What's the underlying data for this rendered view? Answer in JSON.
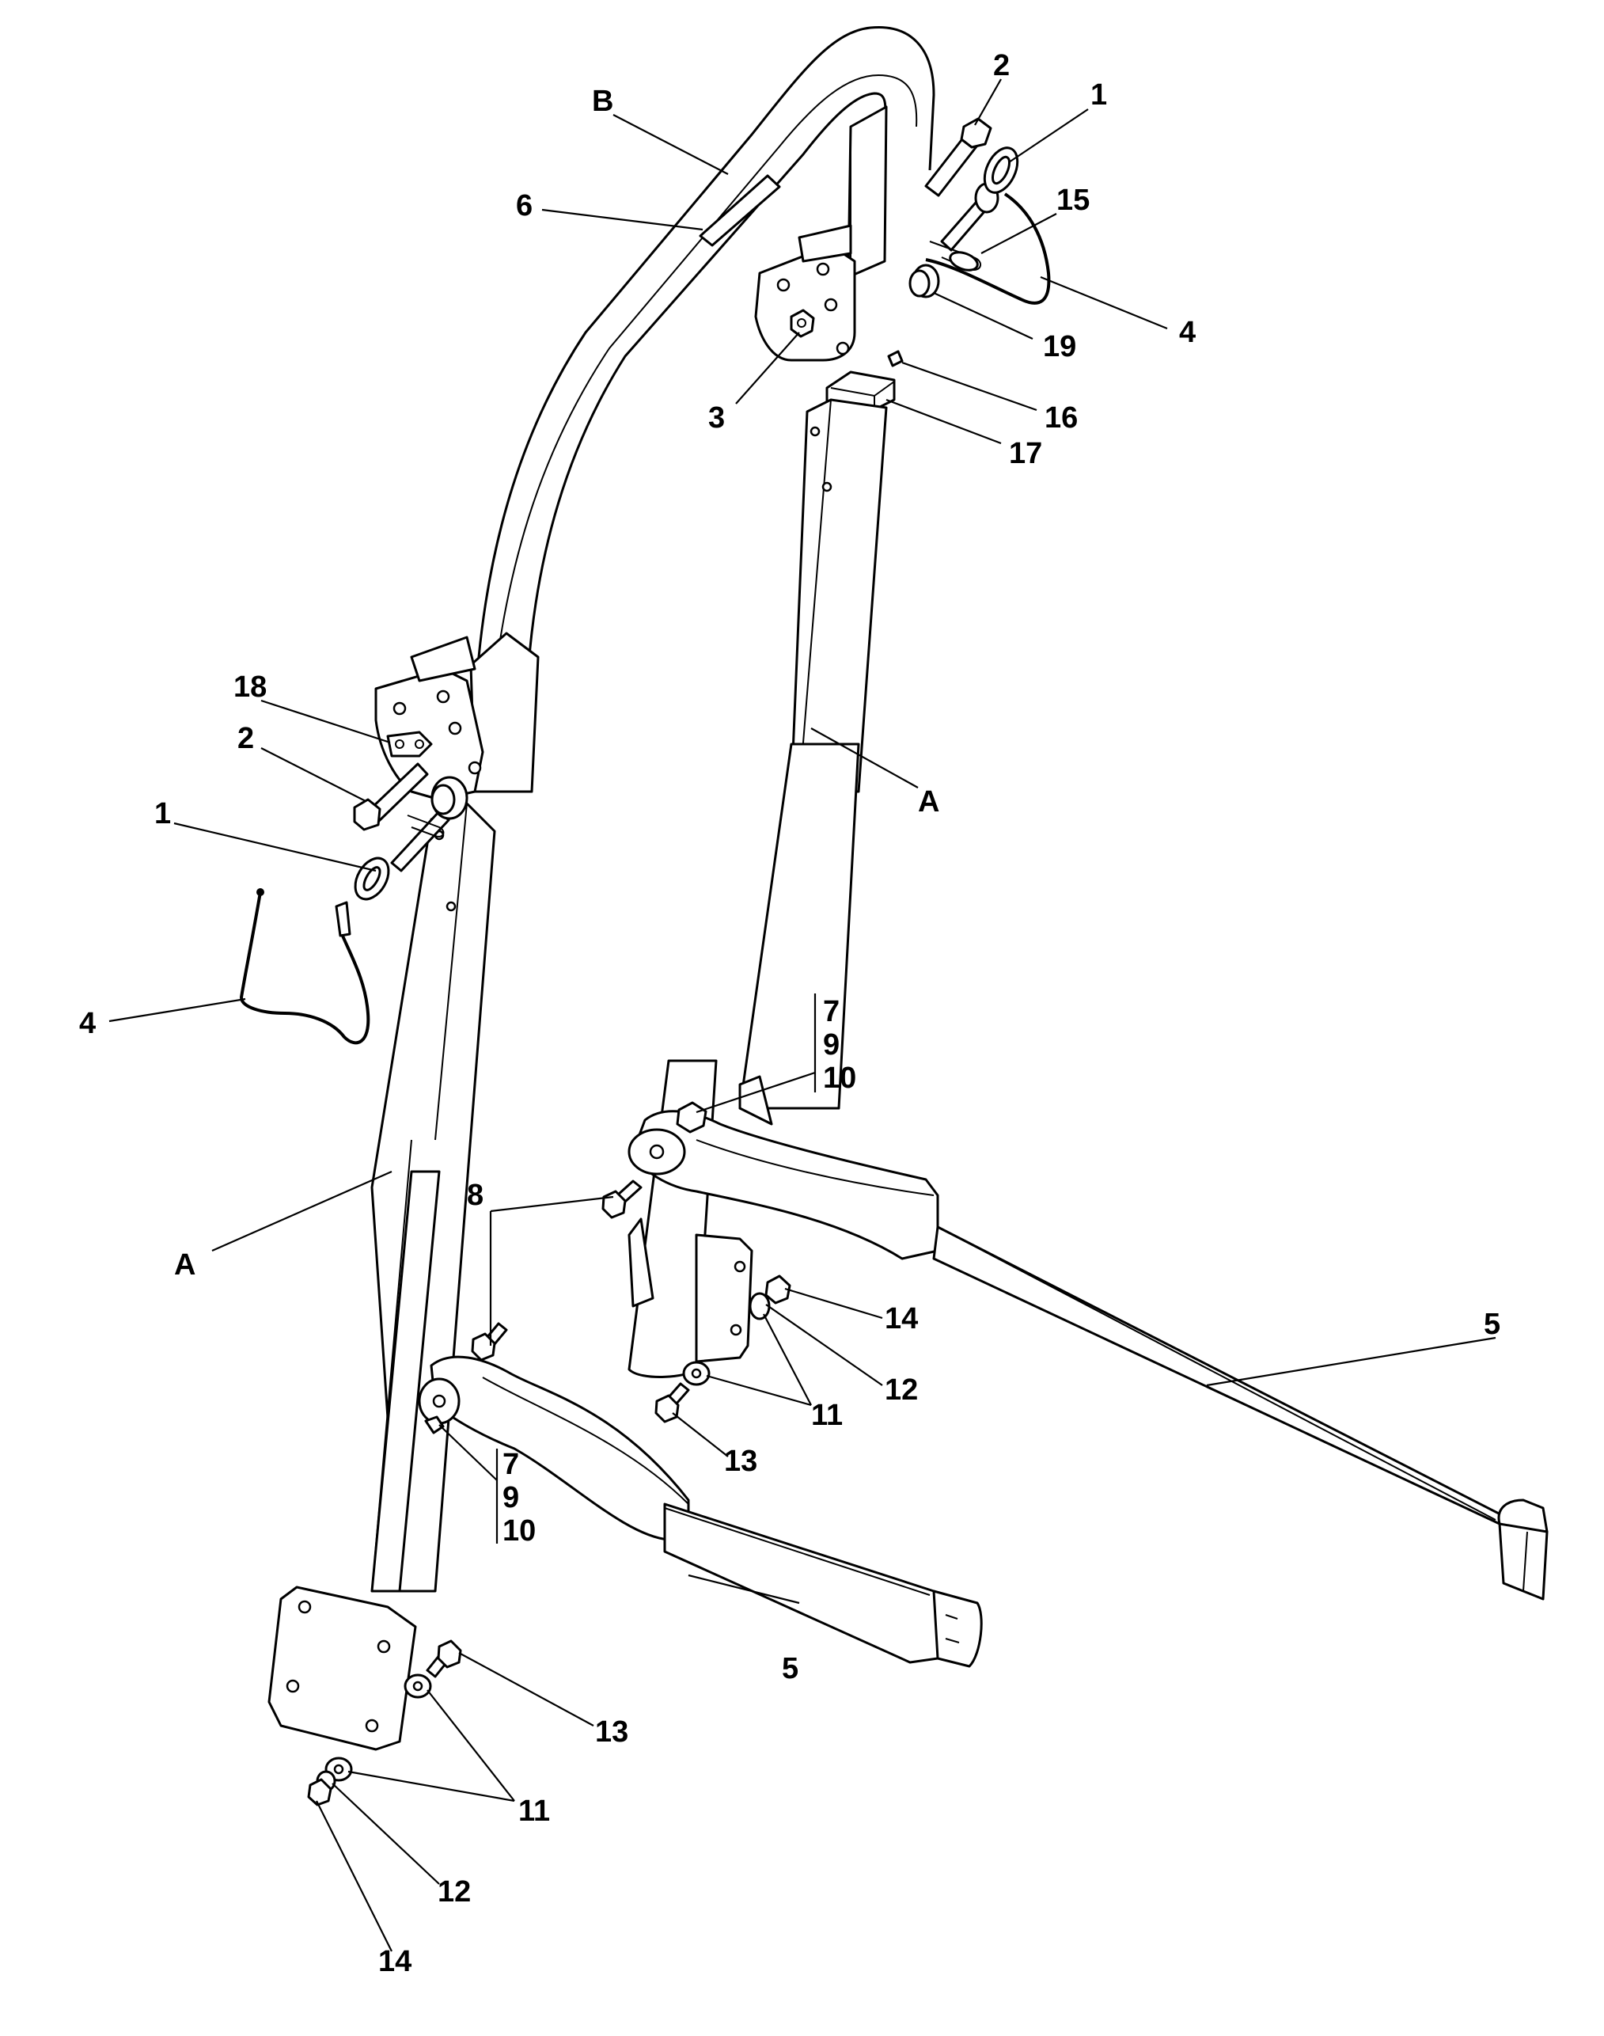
{
  "diagram": {
    "callouts": {
      "top_right_pin": "1",
      "top_right_bolt": "2",
      "top_right_nut": "3",
      "top_right_cable": "4",
      "top_right_clip": "15",
      "top_right_spacer": "19",
      "top_right_screw": "16",
      "top_right_bracket": "17",
      "label_strip": "6",
      "hoop": "B",
      "right_upright": "A",
      "left_upright": "A",
      "left_upper_washer": "18",
      "left_bolt": "2",
      "left_pin": "1",
      "left_cable": "4",
      "right_stack": [
        "7",
        "9",
        "10"
      ],
      "left_stack": [
        "7",
        "9",
        "10"
      ],
      "brace_bolt": "8",
      "right_brace_tube": "5",
      "left_brace_tube": "5",
      "right_nut": "14",
      "right_lockwasher": "12",
      "right_washer": "11",
      "right_screw": "13",
      "left_screw": "13",
      "left_washer": "11",
      "left_lockwasher": "12",
      "left_nut": "14"
    }
  }
}
